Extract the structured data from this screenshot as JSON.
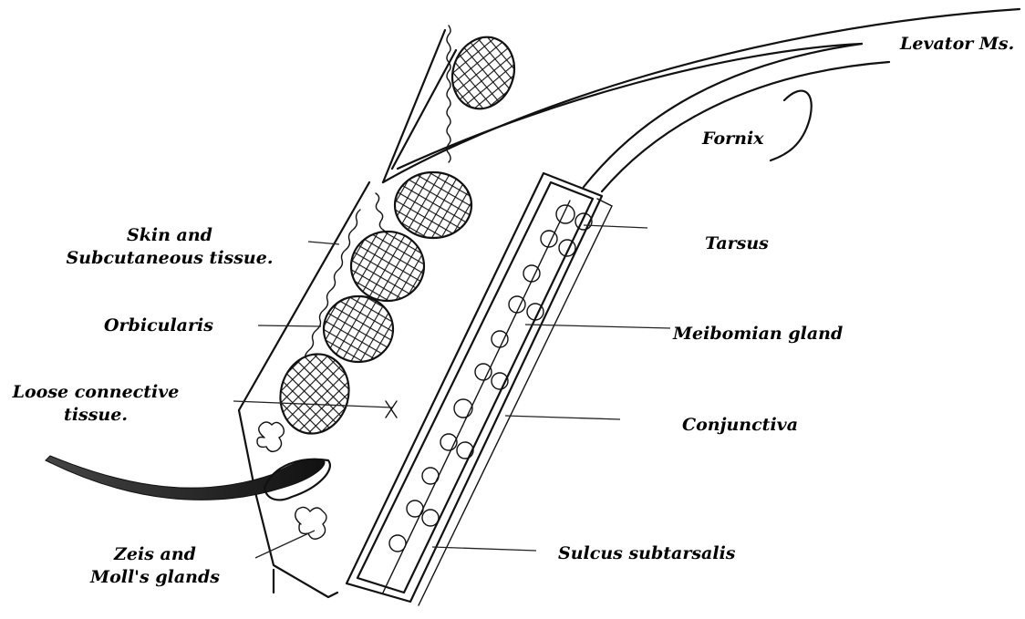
{
  "figure": {
    "labels": {
      "levator": "Levator Ms.",
      "fornix": "Fornix",
      "tarsus": "Tarsus",
      "skin_line1": "Skin and",
      "skin_line2": "Subcutaneous tissue.",
      "orbicularis": "Orbicularis",
      "meibomian": "Meibomian gland",
      "loose_line1": "Loose connective",
      "loose_line2": "tissue.",
      "conjunctiva": "Conjunctiva",
      "zeis_line1": "Zeis and",
      "zeis_line2": "Moll's glands",
      "sulcus": "Sulcus subtarsalis"
    }
  }
}
